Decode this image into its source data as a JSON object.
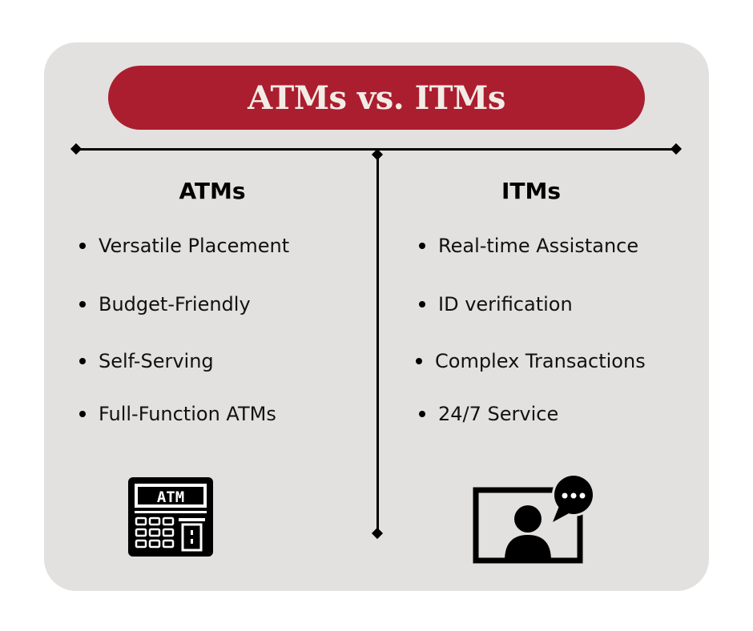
{
  "title": "ATMs vs. ITMs",
  "colors": {
    "background": "#e2e1e0",
    "title_bar": "#ab1e2f",
    "title_text": "#f3ece6",
    "line": "#000000"
  },
  "left": {
    "heading": "ATMs",
    "items": [
      "Versatile Placement",
      "Budget-Friendly",
      "Self-Serving",
      "Full-Function ATMs"
    ],
    "icon": "atm-machine-icon",
    "icon_label": "ATM"
  },
  "right": {
    "heading": "ITMs",
    "items": [
      "Real-time Assistance",
      "ID verification",
      "Complex Transactions",
      "24/7 Service"
    ],
    "icon": "video-chat-icon"
  }
}
